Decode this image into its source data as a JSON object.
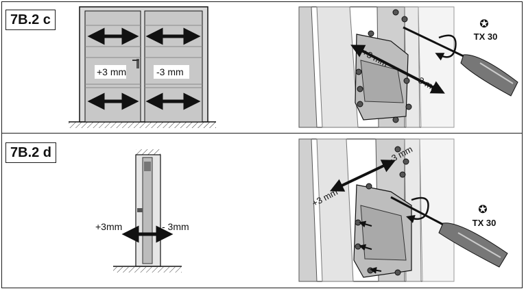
{
  "panels": {
    "top": {
      "label": "7B.2 c",
      "plus_label": "+3 mm",
      "minus_label": "-3 mm",
      "adj_plus": "+3 mm",
      "adj_minus": "-3 mm",
      "tool_label": "TX 30"
    },
    "bottom": {
      "label": "7B.2 d",
      "plus_label": "+3mm",
      "minus_label": "- 3mm",
      "adj_plus": "+3 mm",
      "adj_minus": "-3 mm",
      "tool_label": "TX 30"
    }
  },
  "icons": {
    "torx": "torx-star-icon"
  }
}
